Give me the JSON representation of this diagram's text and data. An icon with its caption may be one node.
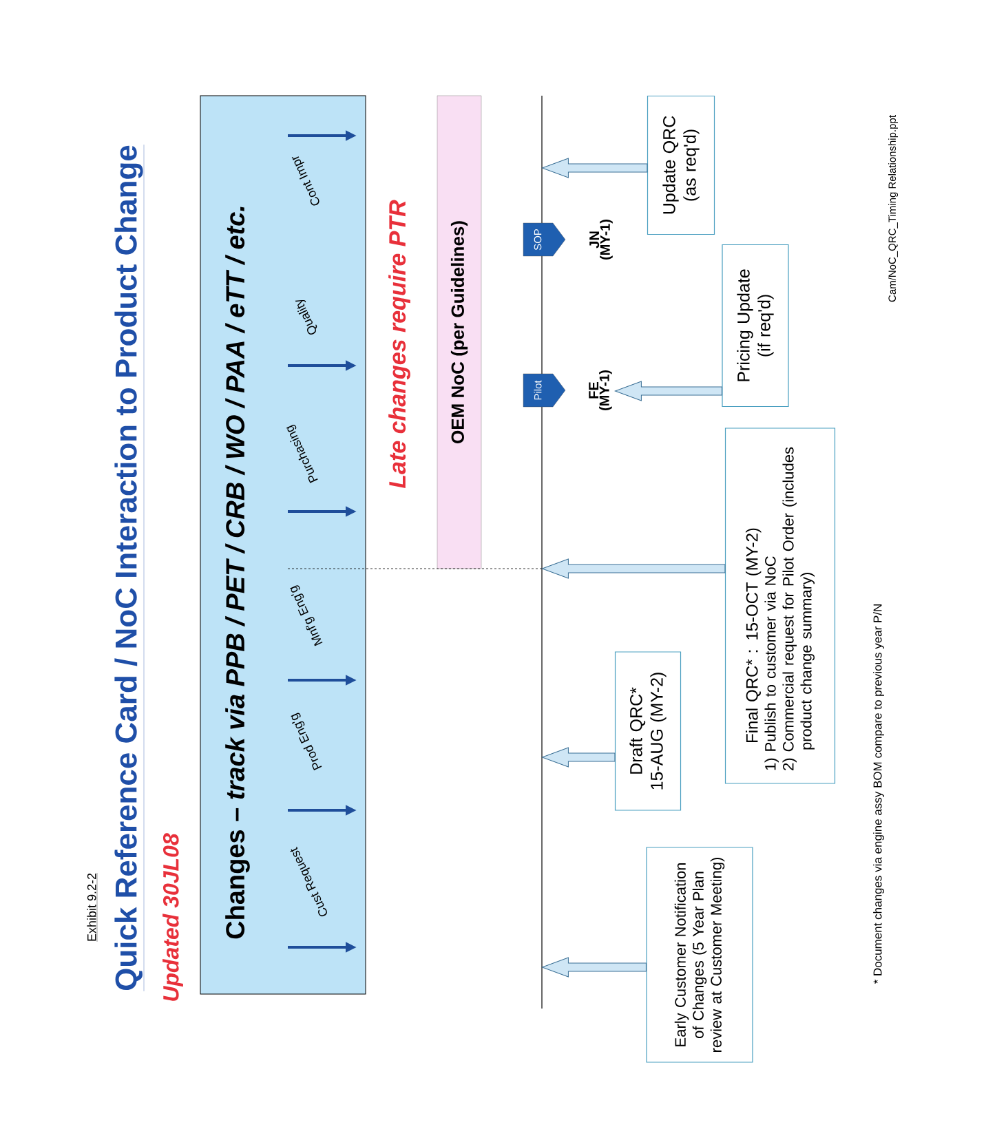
{
  "diagram": {
    "title": "Quick Reference Card / NoC Interaction to Product Change",
    "nodes": [
      {
        "text": [
          "Changes – *track via PPB / PET / CRB / WO / PAA / eTT / etc.*",
          "Cust Request",
          "Prod Eng'g",
          "Mnf'g Eng'g",
          "Purchasing",
          "Quality",
          "Cont Impr"
        ]
      },
      {
        "text": [
          "OEM NoC (per Guidelines)"
        ]
      },
      {
        "text": [
          "Pilot"
        ],
        "beside": [
          "FE (MY-1)"
        ]
      },
      {
        "text": [
          "SOP"
        ],
        "beside": [
          "JN (MY-1)"
        ]
      },
      {
        "text": [
          "Early Customer Notification of Changes (5 Year Plan review at Customer Meeting)"
        ]
      },
      {
        "text": [
          "Draft QRC* 15-AUG (MY-2)"
        ]
      },
      {
        "text": [
          "Final QRC* :   15-OCT (MY-2)",
          "1) Publish to customer via NoC",
          "2) Commercial request for Pilot Order (includes product change summary)"
        ]
      },
      {
        "text": [
          "Pricing Update (if req'd)"
        ]
      },
      {
        "text": [
          "Update QRC (as req'd)"
        ]
      }
    ],
    "edges": [
      {
        "from": 4,
        "to": null,
        "arrow": "to"
      },
      {
        "from": 5,
        "to": null,
        "arrow": "to"
      },
      {
        "from": 6,
        "to": null,
        "arrow": "to"
      },
      {
        "from": 7,
        "to": 2,
        "arrow": "to"
      },
      {
        "from": 8,
        "to": null,
        "arrow": "to"
      }
    ],
    "labels": [
      "Exhibit 9.2-2",
      "Updated 30JL08",
      "Late changes require PTR",
      "* Document changes via engine assy BOM compare to previous year P/N",
      "Cam/NoC_QRC_Timing Relationship.ppt"
    ]
  }
}
